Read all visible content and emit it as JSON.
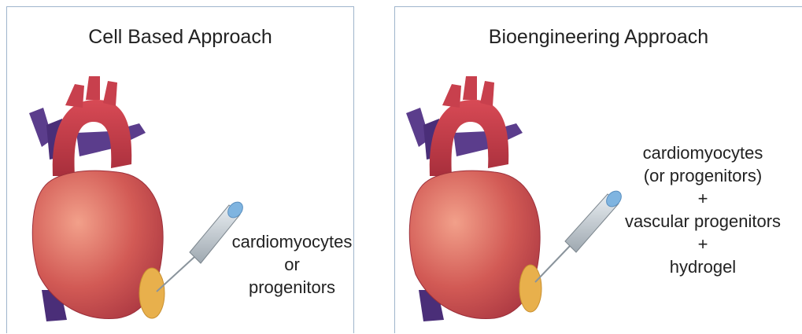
{
  "left_panel": {
    "title": "Cell Based Approach",
    "caption": [
      "cardiomyocytes",
      "or",
      "progenitors"
    ]
  },
  "right_panel": {
    "title": "Bioengineering Approach",
    "caption": [
      "cardiomyocytes",
      "(or progenitors)",
      "+",
      "vascular progenitors",
      "+",
      "hydrogel"
    ]
  },
  "colors": {
    "panel_border": "#9fb5cc",
    "heart_red": "#c8484f",
    "vein_purple": "#5b3d8c",
    "patch_yellow": "#e8b04c",
    "syringe_blue": "#7fb4e0"
  }
}
